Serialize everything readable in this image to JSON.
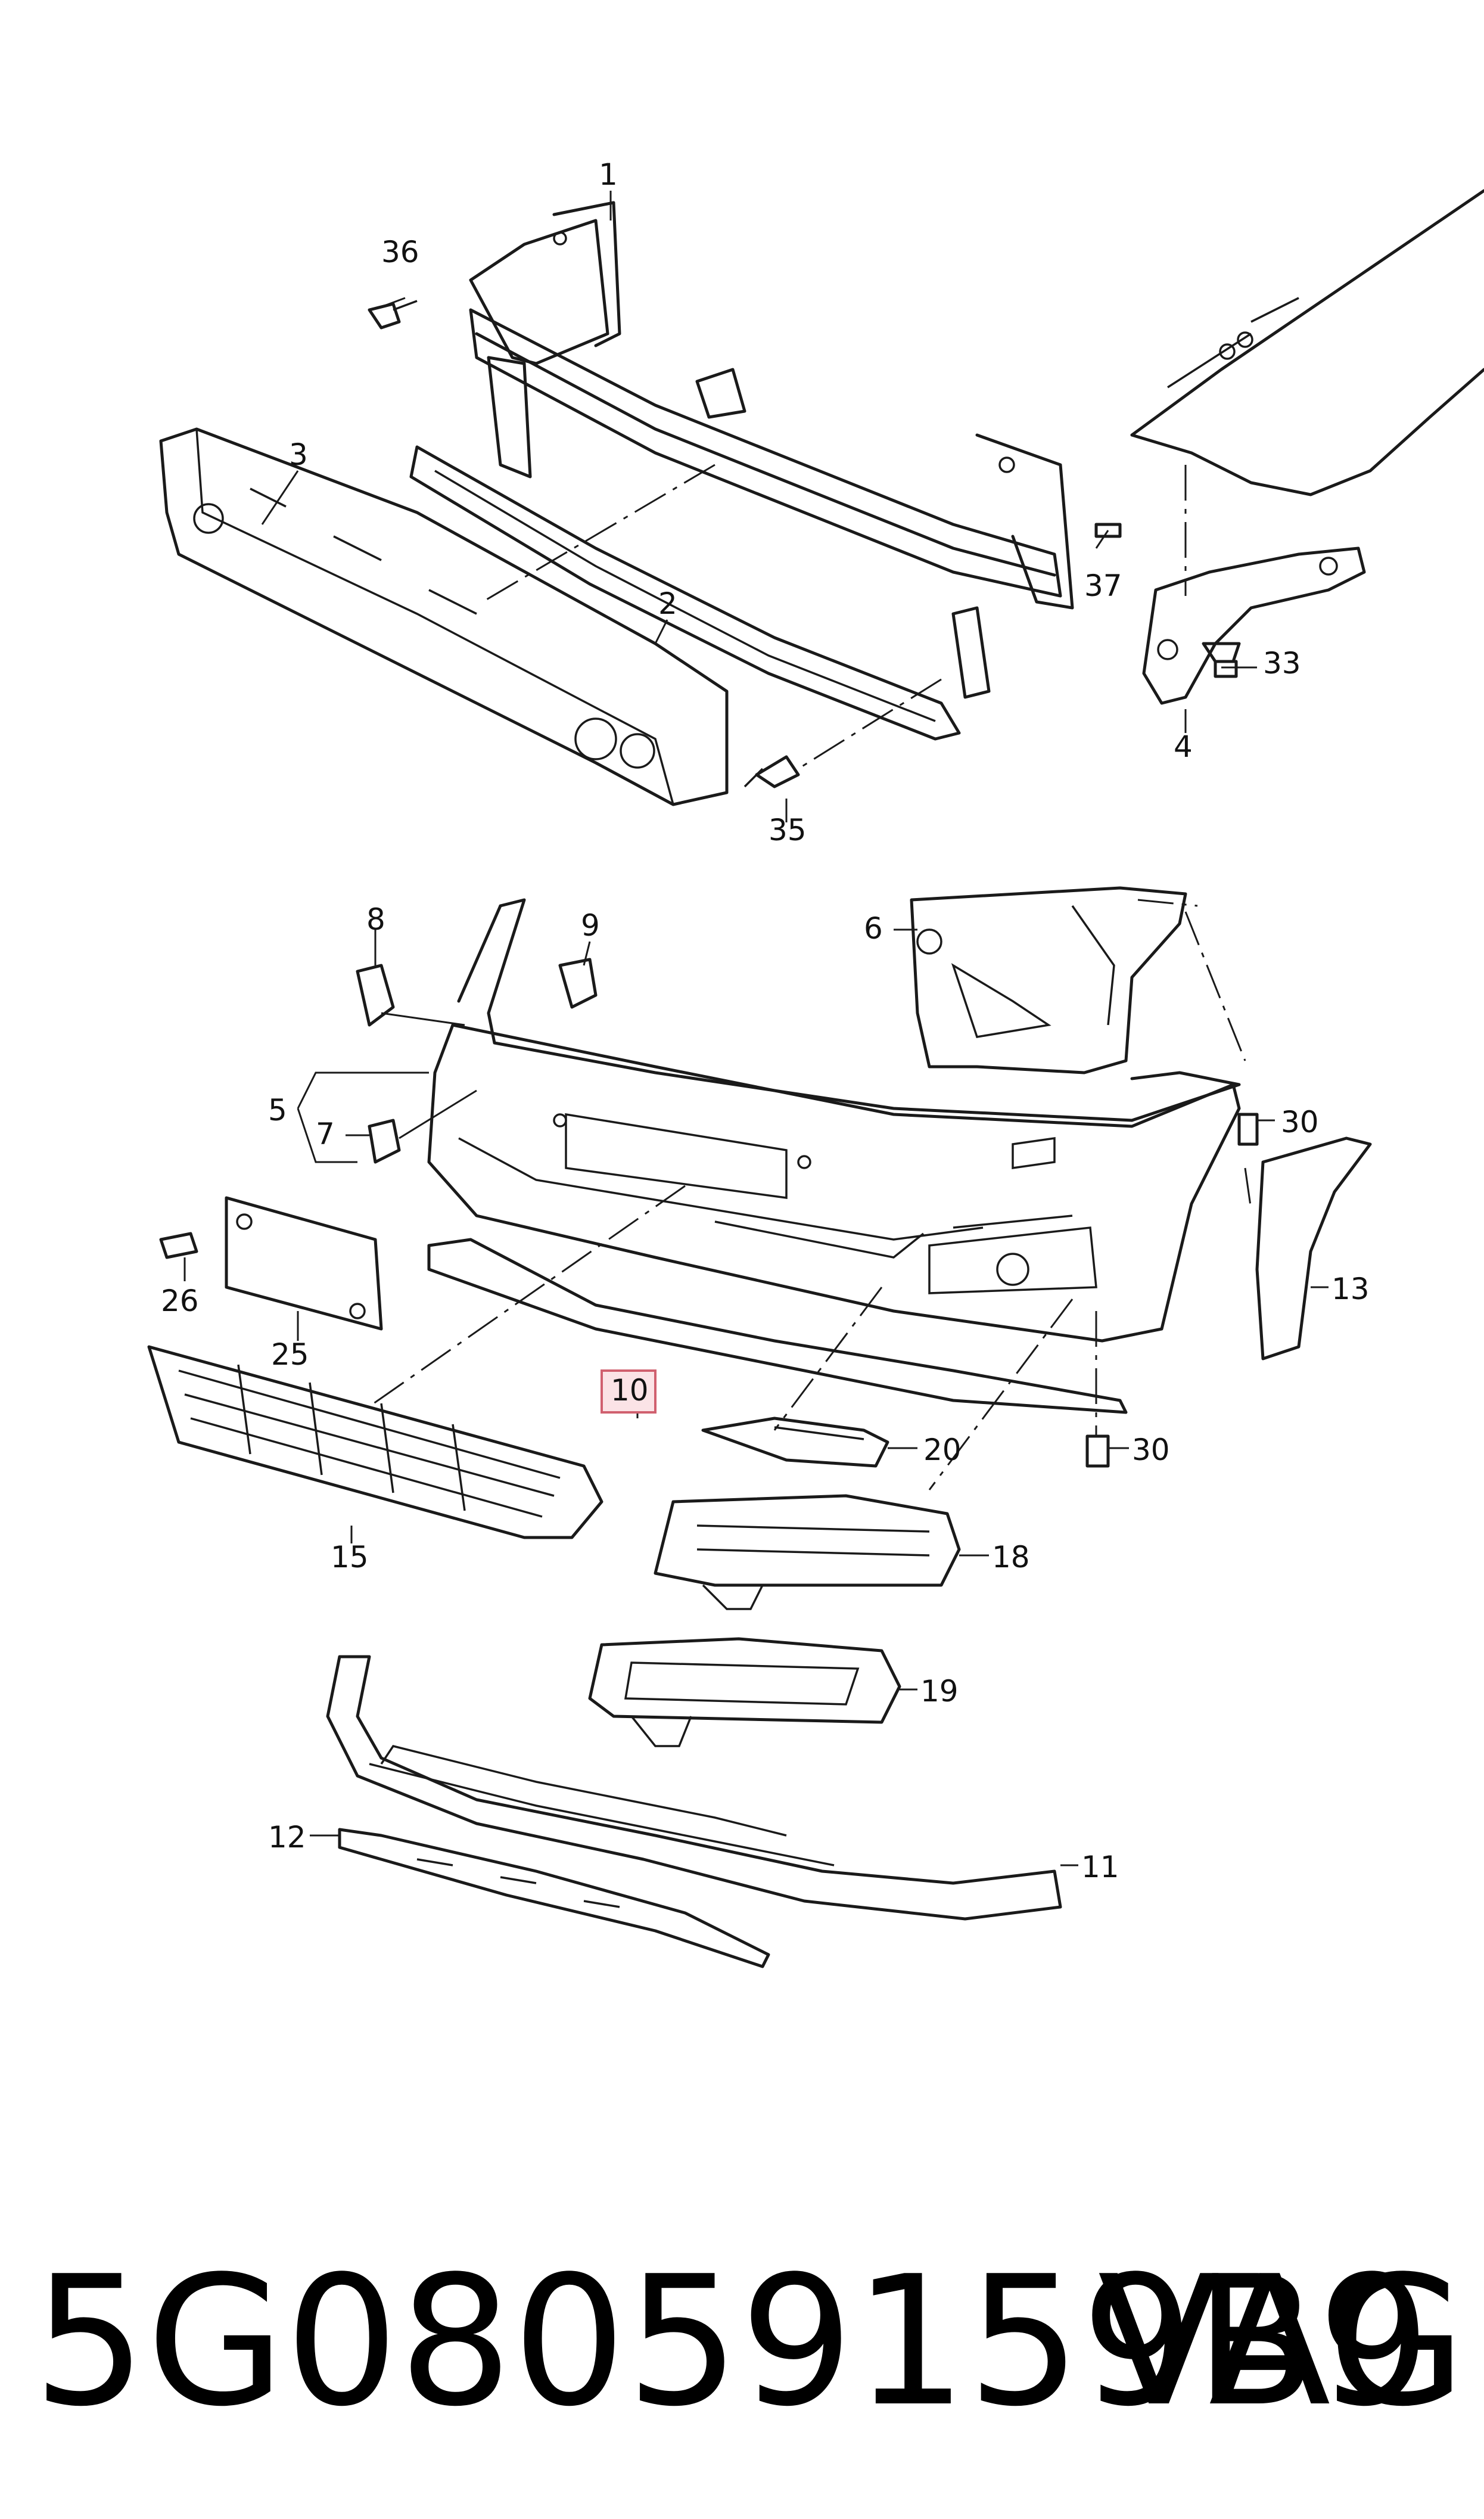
{
  "labels": {
    "p1": "1",
    "p2": "2",
    "p3": "3",
    "p4": "4",
    "p5": "5",
    "p6": "6",
    "p7": "7",
    "p8": "8",
    "p9": "9",
    "p10": "10",
    "p11": "11",
    "p12": "12",
    "p13": "13",
    "p15": "15",
    "p18": "18",
    "p19": "19",
    "p20": "20",
    "p25": "25",
    "p26": "26",
    "p30a": "30",
    "p30b": "30",
    "p33": "33",
    "p35": "35",
    "p36": "36",
    "p37": "37"
  },
  "highlighted_part": "10",
  "colors": {
    "line": "#1a1a1a",
    "highlight_fill": "#fbe3e6",
    "highlight_stroke": "#d0606f"
  },
  "footer": {
    "part_number": "5G08059159B9",
    "brand": "VAG"
  }
}
